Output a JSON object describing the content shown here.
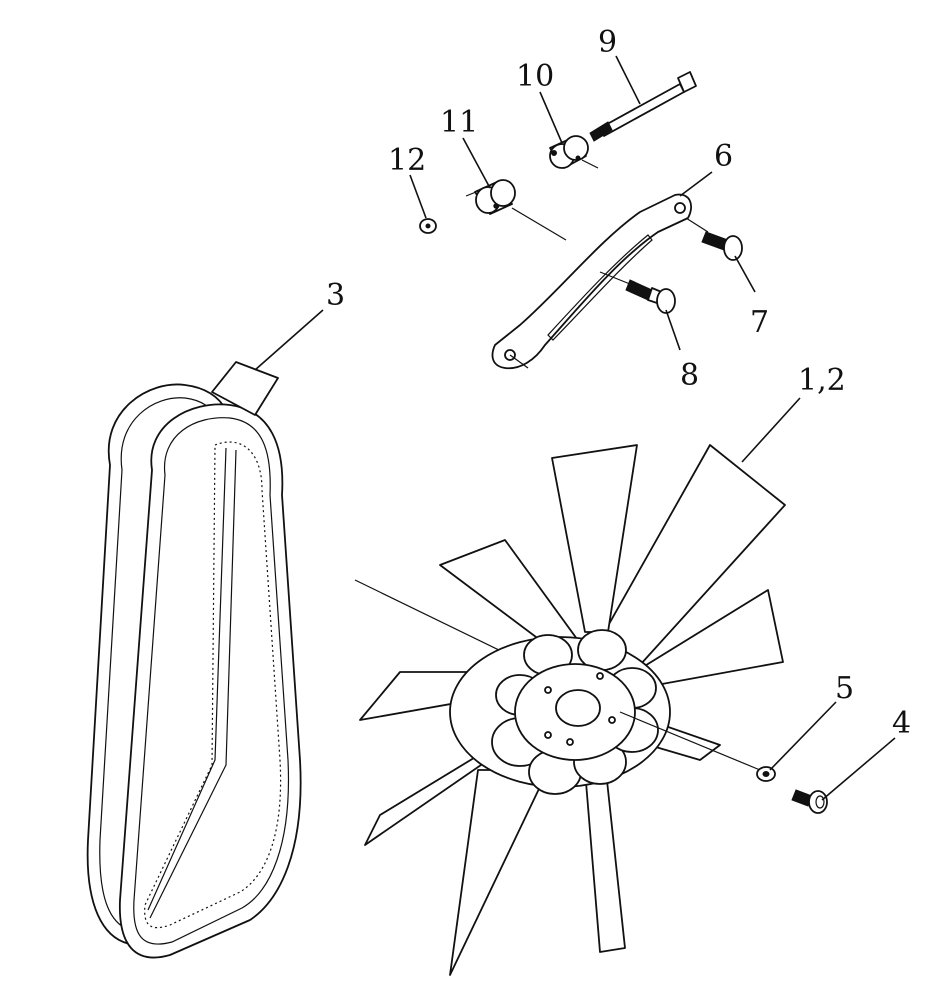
{
  "callouts": {
    "c1_2": "1,2",
    "c3": "3",
    "c4": "4",
    "c5": "5",
    "c6": "6",
    "c7": "7",
    "c8": "8",
    "c9": "9",
    "c10": "10",
    "c11": "11",
    "c12": "12"
  },
  "colors": {
    "line": "#111111",
    "background": "#ffffff"
  }
}
